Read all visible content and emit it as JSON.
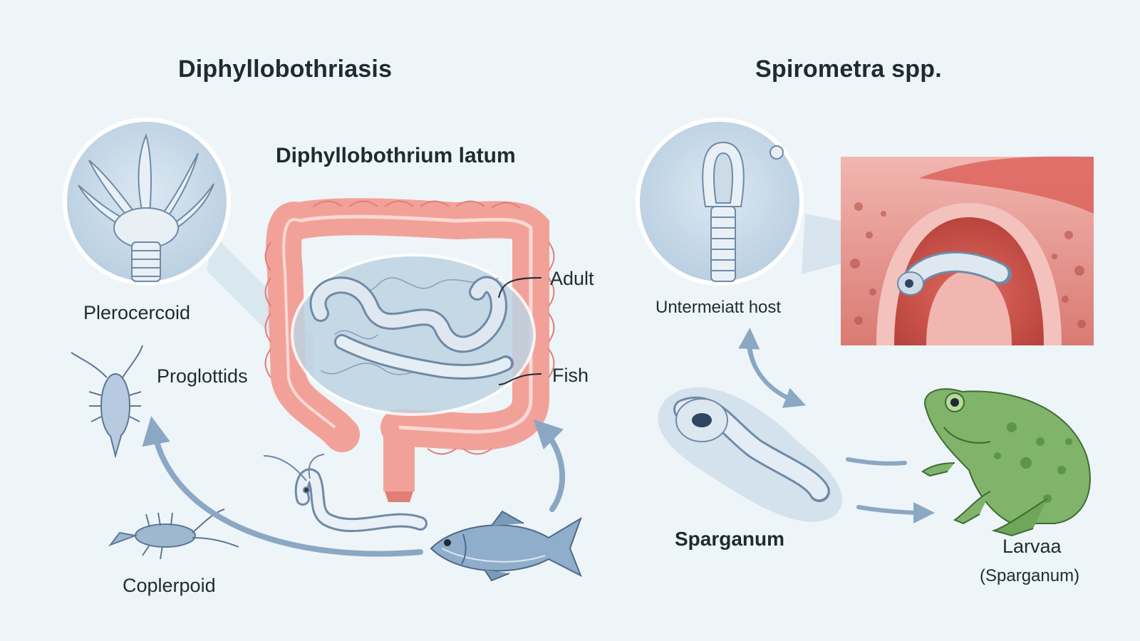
{
  "titles": {
    "left": "Diphyllobothriasis",
    "right": "Spirometra spp.",
    "species": "Diphyllobothrium latum"
  },
  "labels": {
    "plerocercoid": "Plerocercoid",
    "proglottids": "Proglottids",
    "adult": "Adult",
    "fish": "Fish",
    "coplerpoid": "Coplerpoid",
    "intermediate_host": "Untermeiatt host",
    "sparganum": "Sparganum",
    "larvaa": "Larvaa",
    "larvaa_sub": "(Sparganum)"
  },
  "colors": {
    "background": "#eef5f8",
    "intestine": "#f2a199",
    "intestine_dark": "#e07f76",
    "worm": "#d8e4ef",
    "outline": "#6f8aa6",
    "arrow": "#8aa8c4",
    "tissue": "#cf6e66",
    "frog": "#6fa65a"
  }
}
